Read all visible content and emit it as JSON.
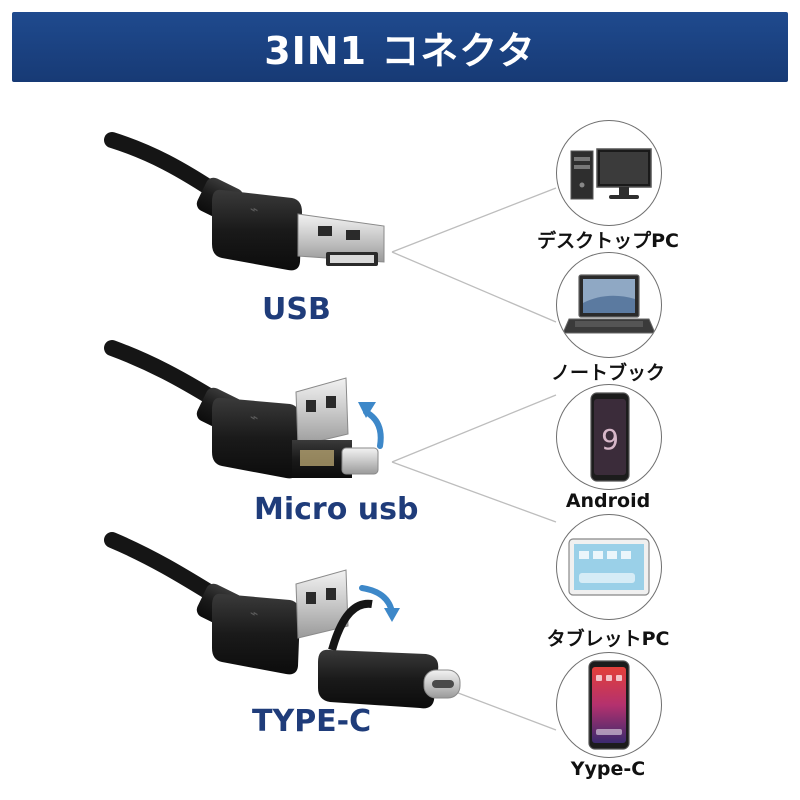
{
  "banner": {
    "title": "3IN1 コネクタ",
    "color": "#1d4485"
  },
  "connectors": [
    {
      "label": "USB",
      "icon": "usb-a-connector"
    },
    {
      "label": "Micro usb",
      "icon": "micro-usb-connector"
    },
    {
      "label": "TYPE-C",
      "icon": "usb-type-c-connector"
    }
  ],
  "devices": [
    {
      "label": "デスクトップPC",
      "icon": "desktop-pc-icon"
    },
    {
      "label": "ノートブック",
      "icon": "laptop-icon"
    },
    {
      "label": "Android",
      "icon": "android-phone-icon"
    },
    {
      "label": "タブレットPC",
      "icon": "tablet-icon"
    },
    {
      "label": "Yype-C",
      "icon": "type-c-phone-icon"
    }
  ],
  "colors": {
    "label_blue": "#1f3c7a",
    "cable_black": "#151515",
    "arrow_blue": "#3d88c9"
  }
}
